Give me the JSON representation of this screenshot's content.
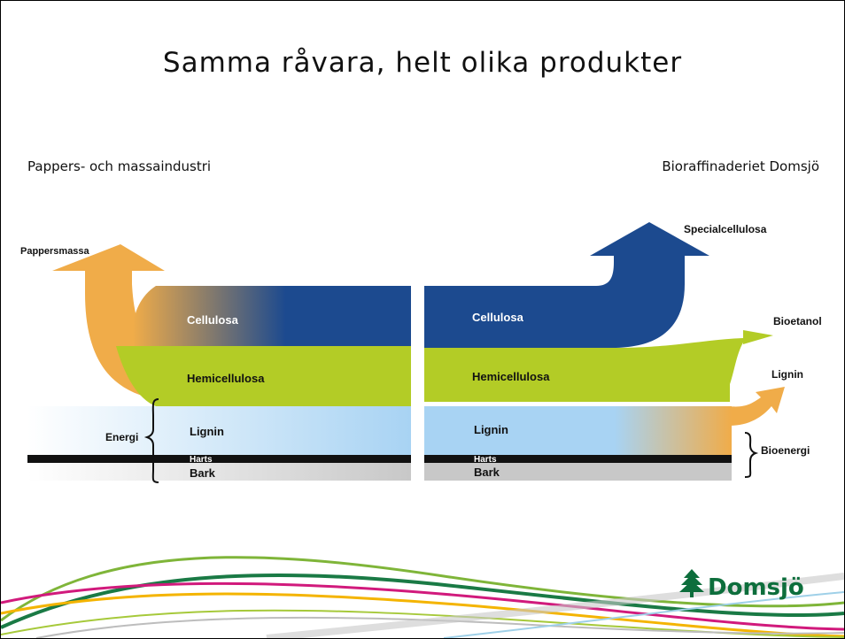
{
  "title": "Samma råvara, helt olika produkter",
  "left_header": "Pappers- och massaindustri",
  "right_header": "Bioraffinaderiet Domsjö",
  "layers": {
    "cellulosa": "Cellulosa",
    "hemicellulosa": "Hemicellulosa",
    "lignin": "Lignin",
    "harts": "Harts",
    "bark": "Bark"
  },
  "outputs": {
    "pappersmassa": "Pappersmassa",
    "specialcellulosa": "Specialcellulosa",
    "bioetanol": "Bioetanol",
    "lignin": "Lignin",
    "bioenergi": "Bioenergi",
    "energi": "Energi"
  },
  "logo": "Domsjö",
  "colors": {
    "cellulosa": "#1c4a8f",
    "hemicellulosa": "#b3cc26",
    "lignin": "#a8d3f3",
    "harts": "#111111",
    "bark": "#c8c8c8",
    "orange": "#f0ac49",
    "logo_green": "#0d6e3c"
  }
}
